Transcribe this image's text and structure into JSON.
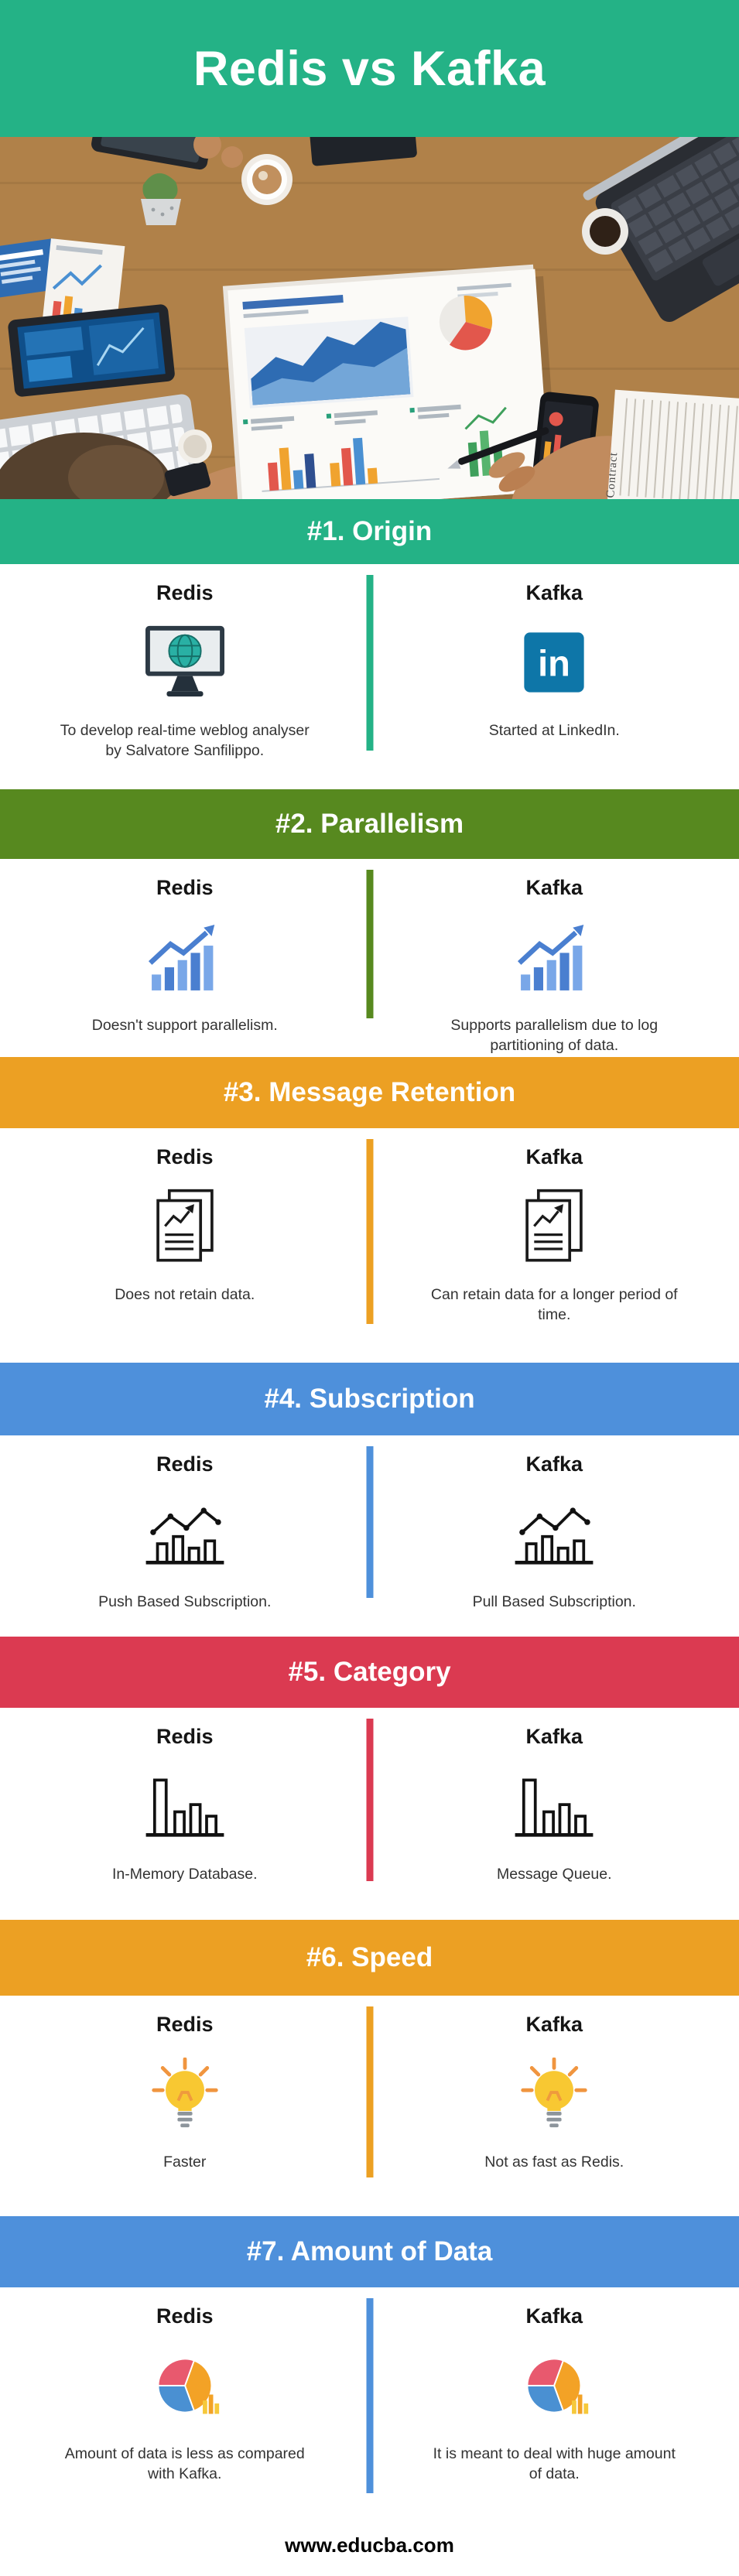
{
  "header": {
    "title": "Redis vs Kafka",
    "bg": "#24b286"
  },
  "photo": {
    "contract_label": "Contract"
  },
  "sections": [
    {
      "banner": "#1. Origin",
      "color": "#24b286",
      "left": {
        "title": "Redis",
        "icon": "monitor-globe-icon",
        "desc": "To develop real-time weblog analyser by Salvatore Sanfilippo."
      },
      "right": {
        "title": "Kafka",
        "icon": "linkedin-icon",
        "desc": "Started at LinkedIn."
      }
    },
    {
      "banner": "#2. Parallelism",
      "color": "#57891f",
      "left": {
        "title": "Redis",
        "icon": "growth-chart-icon",
        "desc": "Doesn't support parallelism."
      },
      "right": {
        "title": "Kafka",
        "icon": "growth-chart-icon",
        "desc": "Supports parallelism due to log partitioning of data."
      }
    },
    {
      "banner": "#3. Message Retention",
      "color": "#eca023",
      "left": {
        "title": "Redis",
        "icon": "report-document-icon",
        "desc": "Does not retain data."
      },
      "right": {
        "title": "Kafka",
        "icon": "report-document-icon",
        "desc": "Can retain data for a longer period of time."
      }
    },
    {
      "banner": "#4. Subscription",
      "color": "#4e90db",
      "left": {
        "title": "Redis",
        "icon": "bar-line-chart-icon",
        "desc": "Push Based Subscription."
      },
      "right": {
        "title": "Kafka",
        "icon": "bar-line-chart-icon",
        "desc": "Pull Based Subscription."
      }
    },
    {
      "banner": "#5. Category",
      "color": "#db3a51",
      "left": {
        "title": "Redis",
        "icon": "descending-bars-icon",
        "desc": "In-Memory Database."
      },
      "right": {
        "title": "Kafka",
        "icon": "descending-bars-icon",
        "desc": "Message Queue."
      }
    },
    {
      "banner": "#6. Speed",
      "color": "#eca023",
      "left": {
        "title": "Redis",
        "icon": "lightbulb-icon",
        "desc": "Faster"
      },
      "right": {
        "title": "Kafka",
        "icon": "lightbulb-icon",
        "desc": "Not as fast as Redis."
      }
    },
    {
      "banner": "#7. Amount of Data",
      "color": "#4e90db",
      "left": {
        "title": "Redis",
        "icon": "pie-chart-icon",
        "desc": "Amount of data is less as compared with Kafka."
      },
      "right": {
        "title": "Kafka",
        "icon": "pie-chart-icon",
        "desc": "It is meant to deal with huge amount of data."
      }
    }
  ],
  "footer": {
    "site": "www.educba.com"
  }
}
